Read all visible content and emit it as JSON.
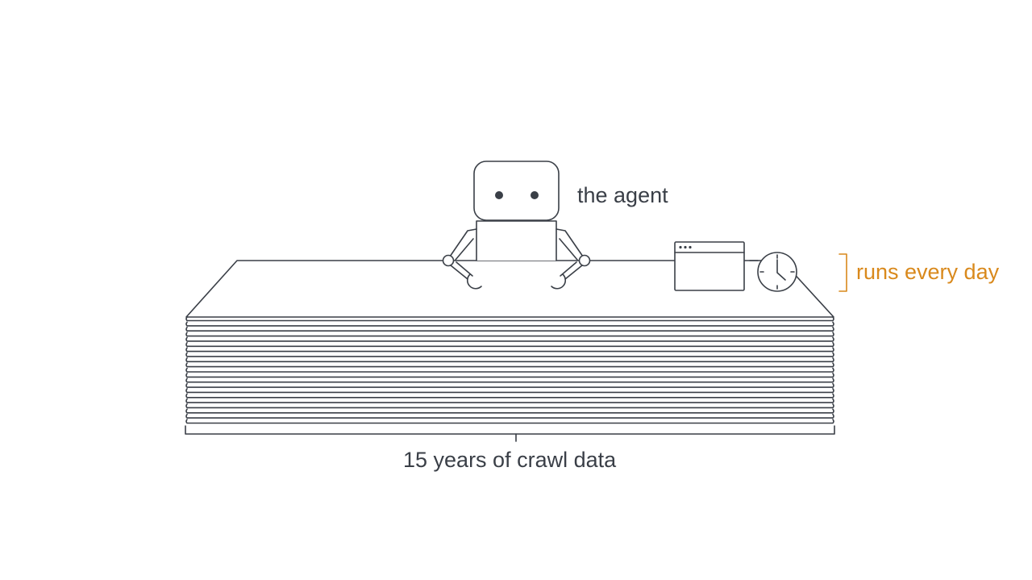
{
  "labels": {
    "agent": "the agent",
    "schedule": "runs every day",
    "dataset": "15 years of crawl data"
  },
  "colors": {
    "stroke": "#3a3f47",
    "accent": "#d9891c",
    "background": "#ffffff"
  },
  "icons": {
    "agent": "robot-icon",
    "window": "browser-window-icon",
    "clock": "clock-icon"
  }
}
